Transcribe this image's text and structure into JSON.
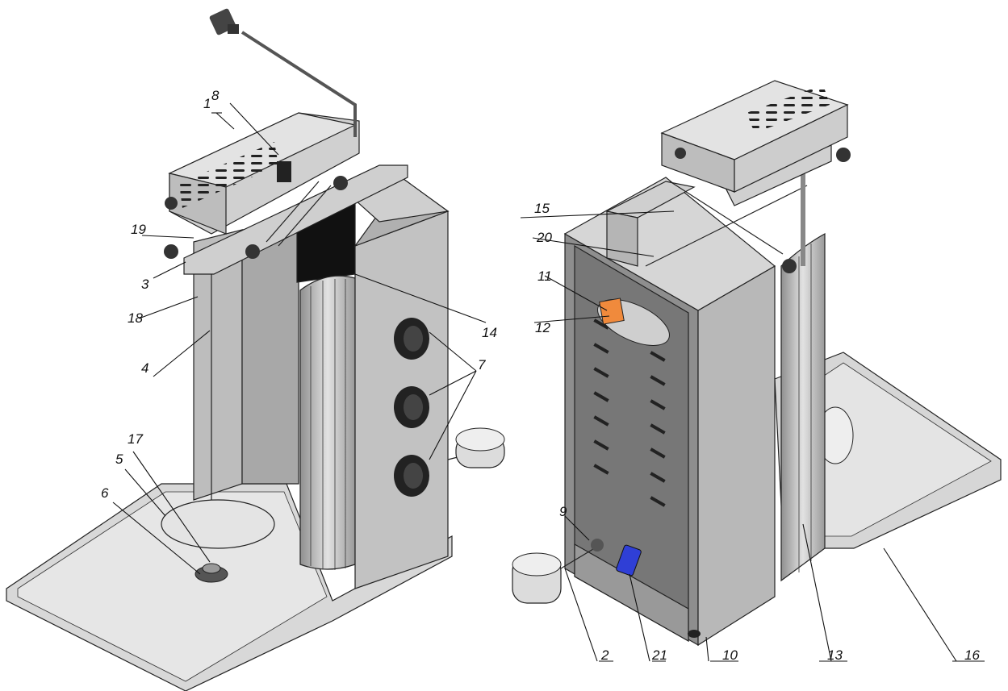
{
  "callouts": {
    "c1": "1",
    "c2": "2",
    "c3": "3",
    "c4": "4",
    "c5": "5",
    "c6": "6",
    "c7": "7",
    "c8": "8",
    "c9": "9",
    "c10": "10",
    "c11": "11",
    "c12": "12",
    "c13": "13",
    "c14": "14",
    "c15": "15",
    "c16": "16",
    "c17": "17",
    "c18": "18",
    "c19": "19",
    "c20": "20",
    "c21": "21"
  },
  "colors": {
    "metal_light": "#d9d9d9",
    "metal_mid": "#b3b3b3",
    "metal_dark": "#8a8a8a",
    "burner": "#111111",
    "switch_blue": "#2f3fd6",
    "relay_orange": "#f08a3c"
  }
}
